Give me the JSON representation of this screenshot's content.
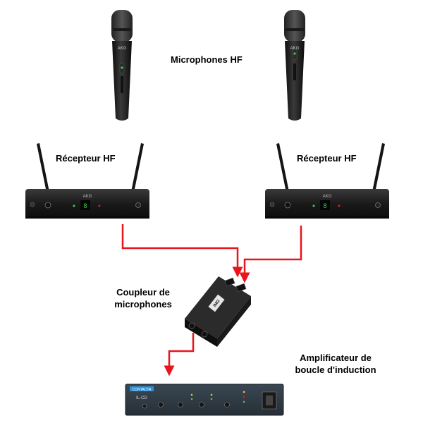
{
  "labels": {
    "microphones": "Microphones HF",
    "receiver_left": "Récepteur HF",
    "receiver_right": "Récepteur HF",
    "coupler_line1": "Coupleur de",
    "coupler_line2": "microphones",
    "amplifier_line1": "Amplificateur de",
    "amplifier_line2": "boucle d'induction"
  },
  "device_markings": {
    "mic_brand": "AKG",
    "receiver_brand": "AKG",
    "coupler_brand": "IMG",
    "amplifier_brand": "CONTACTA",
    "amplifier_model": "IL-CD"
  },
  "colors": {
    "connector": "#e8151b",
    "device_body": "#1c1c1c",
    "amp_panel": "#2f3a44",
    "text": "#000000"
  }
}
